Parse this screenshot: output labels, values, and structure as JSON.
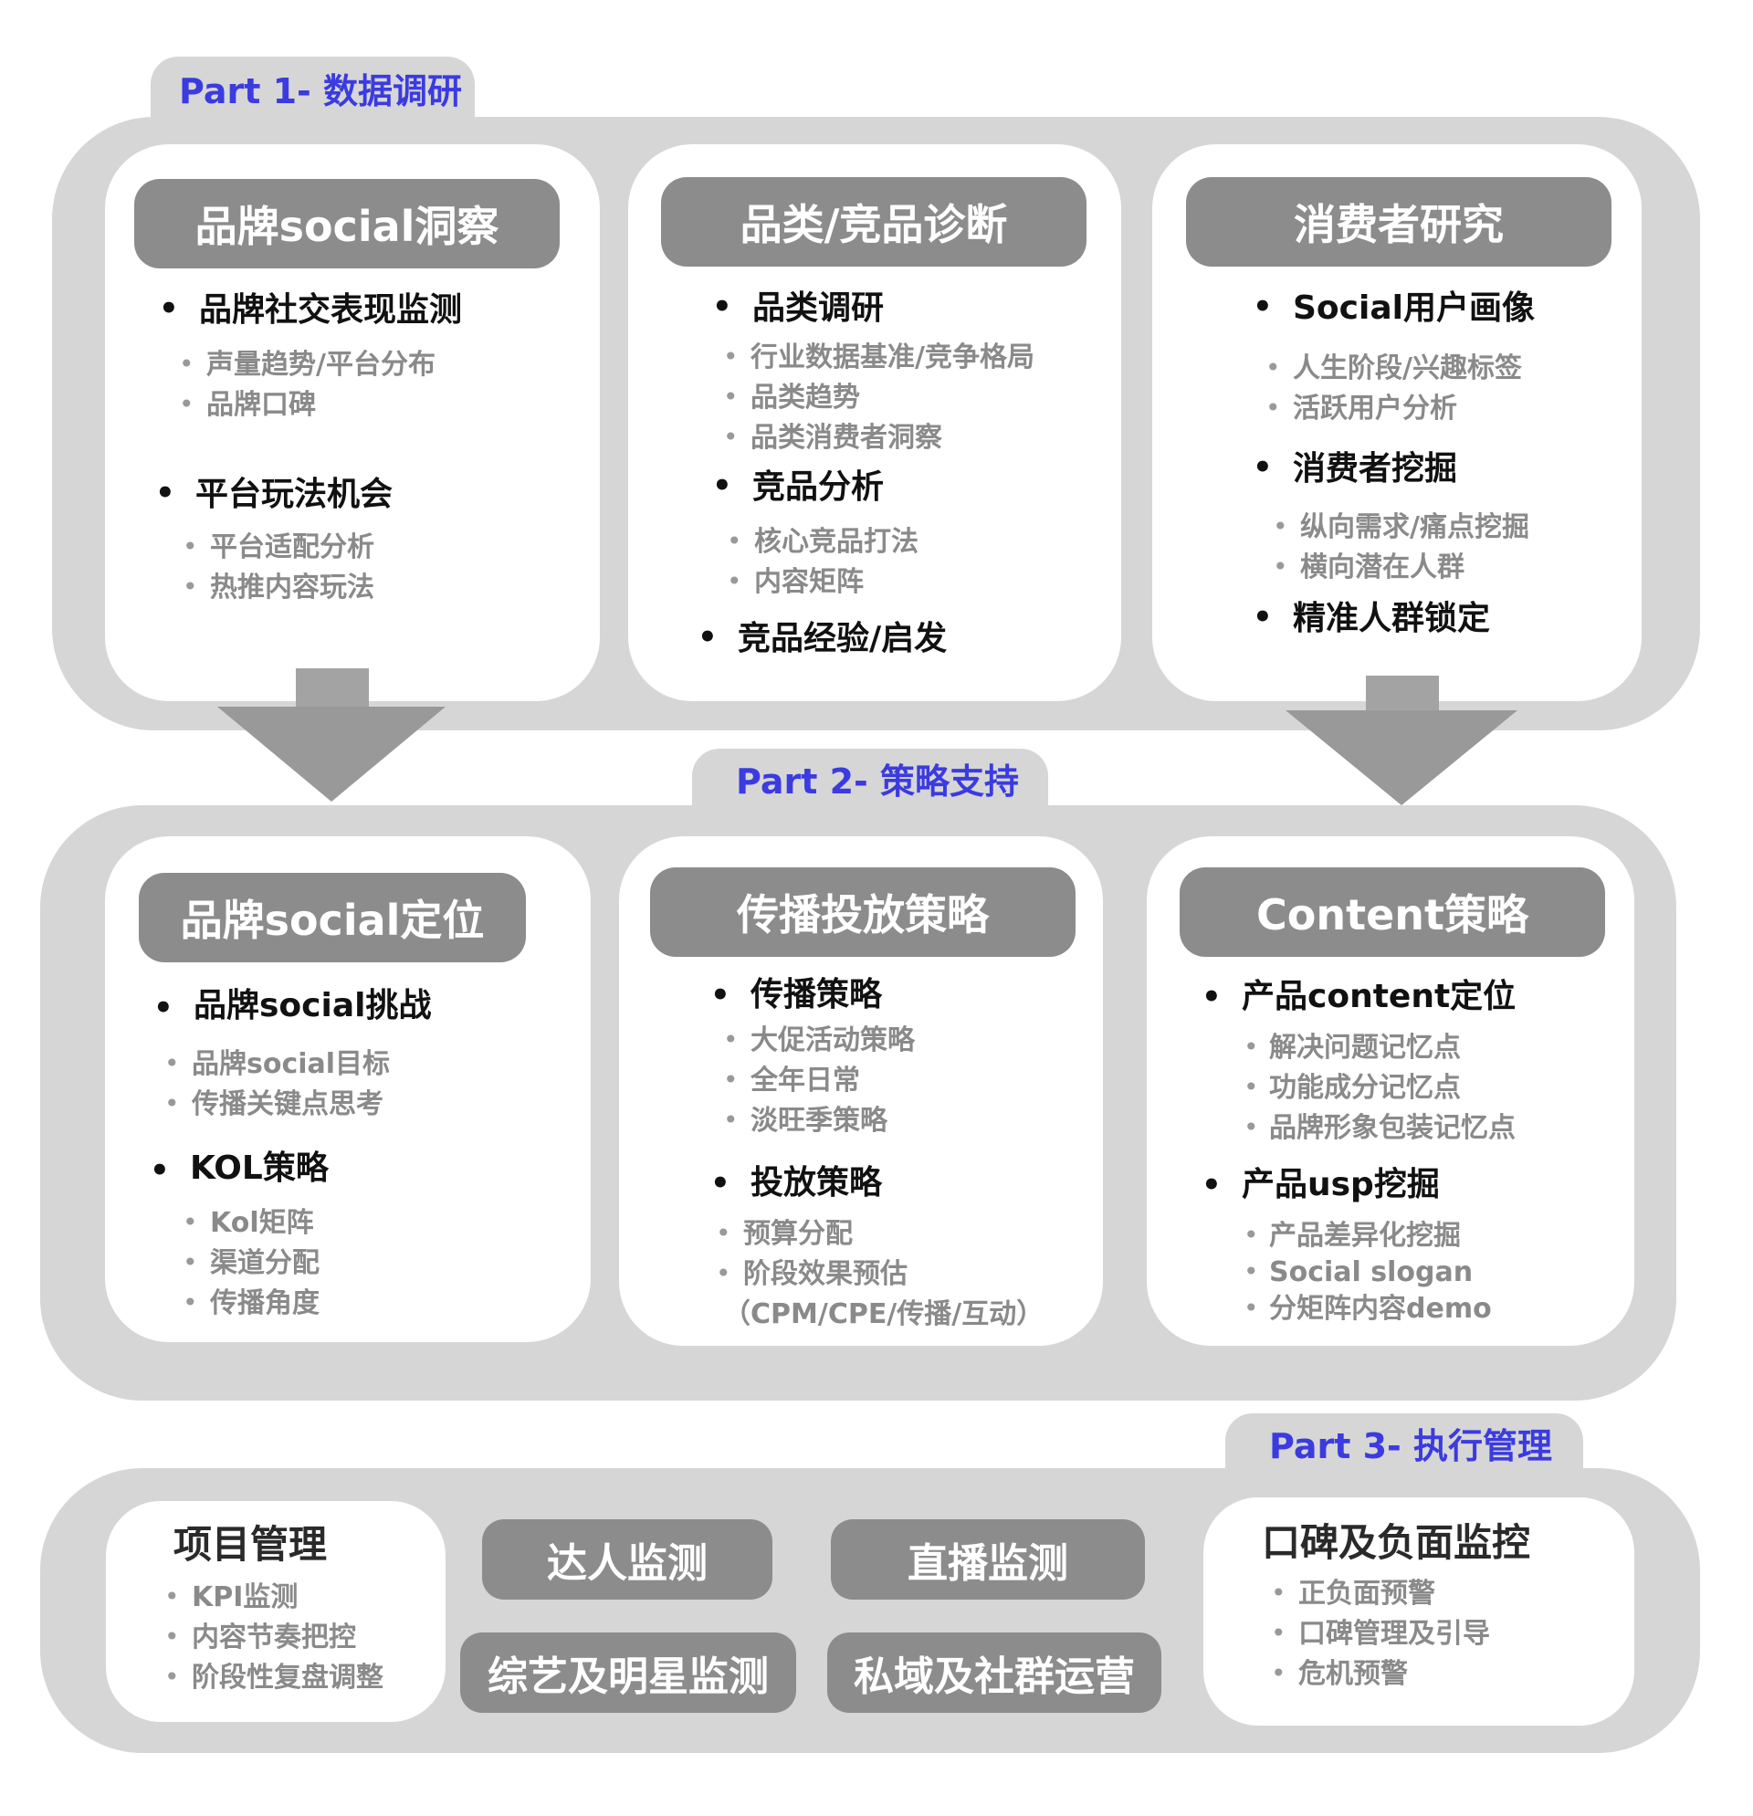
{
  "part1": {
    "label": "Part 1- 数据调研",
    "cards": [
      {
        "title": "品牌social洞察",
        "groups": [
          {
            "label": "品牌社交表现监测",
            "items": [
              "声量趋势/平台分布",
              "品牌口碑"
            ]
          },
          {
            "label": "平台玩法机会",
            "items": [
              "平台适配分析",
              "热推内容玩法"
            ]
          }
        ]
      },
      {
        "title": "品类/竞品诊断",
        "groups": [
          {
            "label": "品类调研",
            "items": [
              "行业数据基准/竞争格局",
              "品类趋势",
              "品类消费者洞察"
            ]
          },
          {
            "label": "竞品分析",
            "items": [
              "核心竞品打法",
              "内容矩阵"
            ]
          },
          {
            "label": "竞品经验/启发",
            "items": []
          }
        ]
      },
      {
        "title": "消费者研究",
        "groups": [
          {
            "label": "Social用户画像",
            "items": [
              "人生阶段/兴趣标签",
              "活跃用户分析"
            ]
          },
          {
            "label": "消费者挖掘",
            "items": [
              "纵向需求/痛点挖掘",
              "横向潜在人群"
            ]
          },
          {
            "label": "精准人群锁定",
            "items": []
          }
        ]
      }
    ]
  },
  "part2": {
    "label": "Part 2- 策略支持",
    "cards": [
      {
        "title": "品牌social定位",
        "groups": [
          {
            "label": "品牌social挑战",
            "items": [
              "品牌social目标",
              "传播关键点思考"
            ]
          },
          {
            "label": "KOL策略",
            "items": [
              "Kol矩阵",
              "渠道分配",
              "传播角度"
            ]
          }
        ]
      },
      {
        "title": "传播投放策略",
        "groups": [
          {
            "label": "传播策略",
            "items": [
              "大促活动策略",
              "全年日常",
              "淡旺季策略"
            ]
          },
          {
            "label": "投放策略",
            "items": [
              "预算分配",
              "阶段效果预估"
            ]
          }
        ],
        "note": "（CPM/CPE/传播/互动）"
      },
      {
        "title": "Content策略",
        "groups": [
          {
            "label": "产品content定位",
            "items": [
              "解决问题记忆点",
              "功能成分记忆点",
              "品牌形象包装记忆点"
            ]
          },
          {
            "label": "产品usp挖掘",
            "items": [
              "产品差异化挖掘",
              "Social slogan",
              "分矩阵内容demo"
            ]
          }
        ]
      }
    ]
  },
  "part3": {
    "label": "Part 3- 执行管理",
    "project": {
      "title": "项目管理",
      "items": [
        "KPI监测",
        "内容节奏把控",
        "阶段性复盘调整"
      ]
    },
    "buttons": [
      "达人监测",
      "直播监测",
      "综艺及明星监测",
      "私域及社群运营"
    ],
    "reputation": {
      "title": "口碑及负面监控",
      "items": [
        "正负面预警",
        "口碑管理及引导",
        "危机预警"
      ]
    }
  },
  "colors": {
    "band": "#d6d6d6",
    "header": "#8c8c8c",
    "arrow": "#999999",
    "part_label": "#3b3be0",
    "sub_text": "#8a8a8a"
  }
}
